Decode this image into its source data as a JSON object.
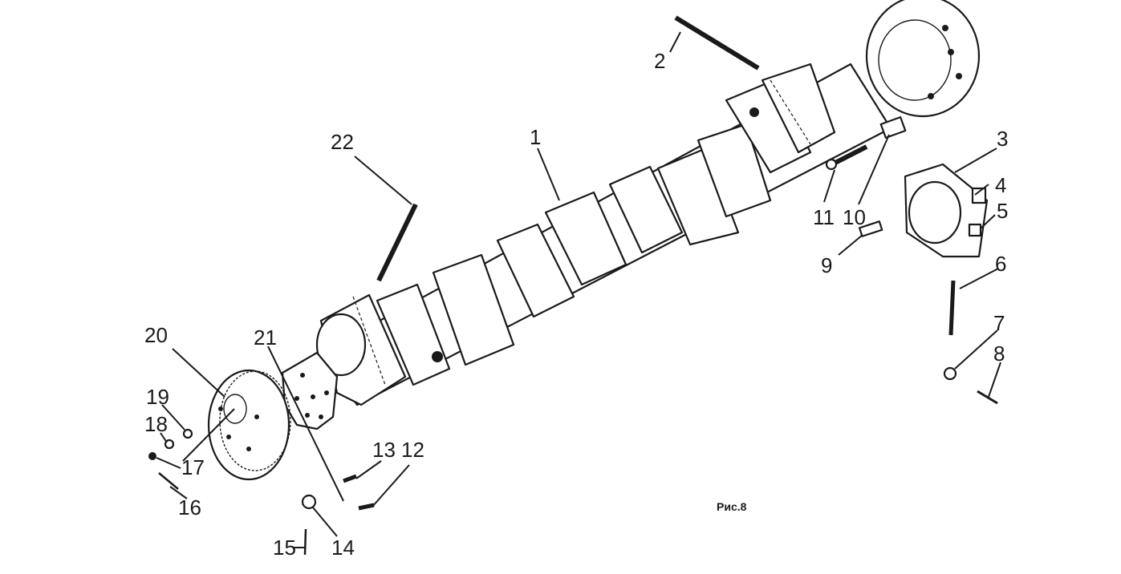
{
  "figure_caption": "Рис.8",
  "callouts": [
    "1",
    "2",
    "3",
    "4",
    "5",
    "6",
    "7",
    "8",
    "9",
    "10",
    "11",
    "12",
    "13",
    "14",
    "15",
    "16",
    "17",
    "18",
    "19",
    "20",
    "21",
    "22"
  ]
}
